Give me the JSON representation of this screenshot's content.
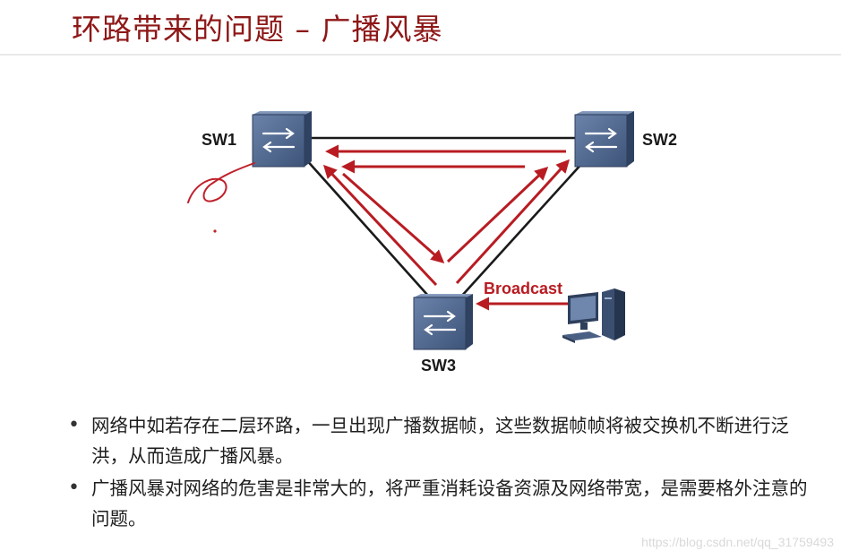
{
  "title": "环路带来的问题 – 广播风暴",
  "diagram": {
    "nodes": {
      "sw1": "SW1",
      "sw2": "SW2",
      "sw3": "SW3"
    },
    "broadcast_label": "Broadcast",
    "link_color": "#1a1a1a",
    "arrow_color": "#b81c22"
  },
  "bullets": [
    "网络中如若存在二层环路，一旦出现广播数据帧，这些数据帧帧将被交换机不断进行泛洪，从而造成广播风暴。",
    "广播风暴对网络的危害是非常大的，将严重消耗设备资源及网络带宽，是需要格外注意的问题。"
  ],
  "watermark": "https://blog.csdn.net/qq_31759493",
  "colors": {
    "title": "#8e1717",
    "switch_body": "#3f5579",
    "switch_face": "#5f779e",
    "arrow": "#b81c22"
  }
}
